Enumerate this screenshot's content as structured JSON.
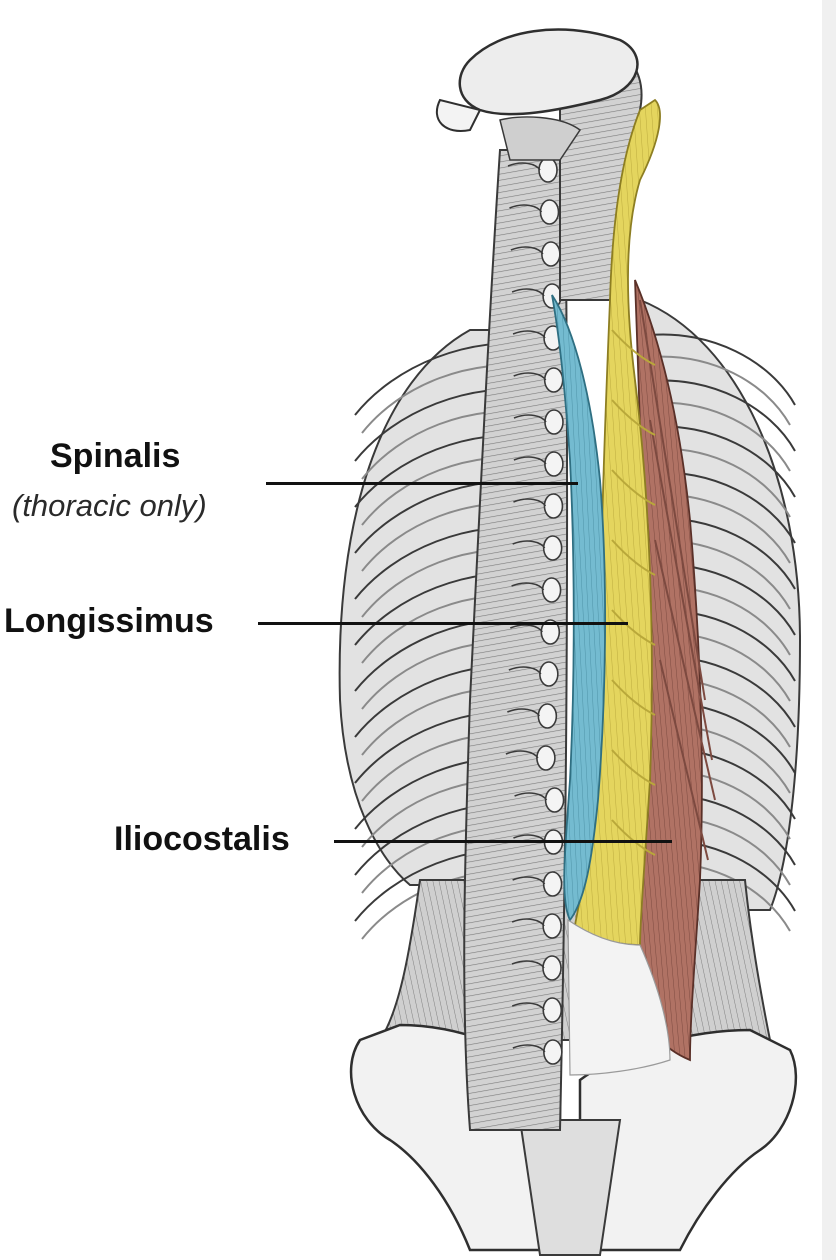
{
  "labels": {
    "spinalis": {
      "name": "Spinalis",
      "note": "(thoracic only)"
    },
    "longissimus": {
      "name": "Longissimus"
    },
    "iliocostalis": {
      "name": "Iliocostalis"
    }
  },
  "colors": {
    "spinalis": "#6fb6cc",
    "longissimus": "#e2d35a",
    "iliocostalis": "#a86b5e",
    "bone": "#ececec",
    "muscle_gray": "#bdbdbd",
    "ink": "#3a3a3a"
  },
  "icons": {
    "illustration": "back-muscles-anatomy-illustration"
  }
}
